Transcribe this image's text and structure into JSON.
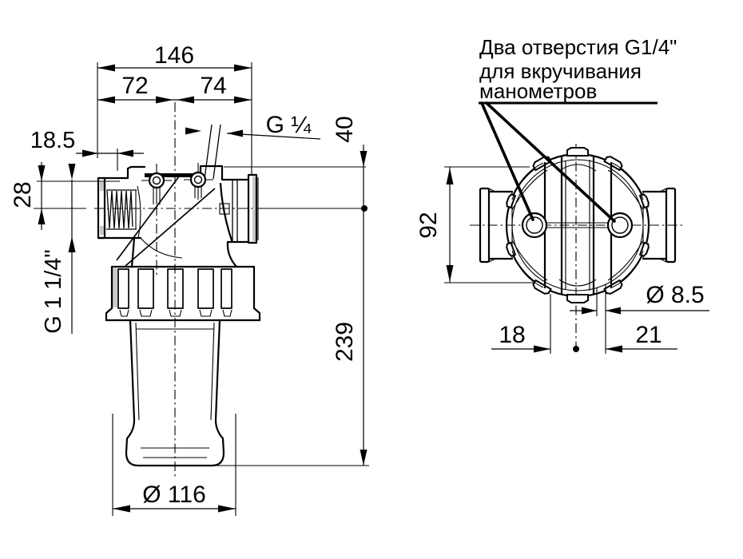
{
  "annotation": {
    "line1": "Два отверстия G1/4\"",
    "line2": "для вкручивания",
    "line3": "манометров"
  },
  "side_view": {
    "overall_width": "146",
    "inlet_to_center": "72",
    "center_to_outlet": "74",
    "gauge_port_thread": "G ¼",
    "top_to_axis": "40",
    "thread_length": "18.5",
    "axis_to_inlet_top": "28",
    "inlet_thread": "G 1 1/4\"",
    "axis_to_bottom": "239",
    "bowl_diameter": "Ø 116"
  },
  "end_view": {
    "body_height": "92",
    "hole_diameter": "Ø 8.5",
    "hole_offset_left": "18",
    "hole_offset_right": "21"
  },
  "colors": {
    "line": "#000000",
    "background": "#ffffff",
    "shading": "#c9c9c9"
  }
}
